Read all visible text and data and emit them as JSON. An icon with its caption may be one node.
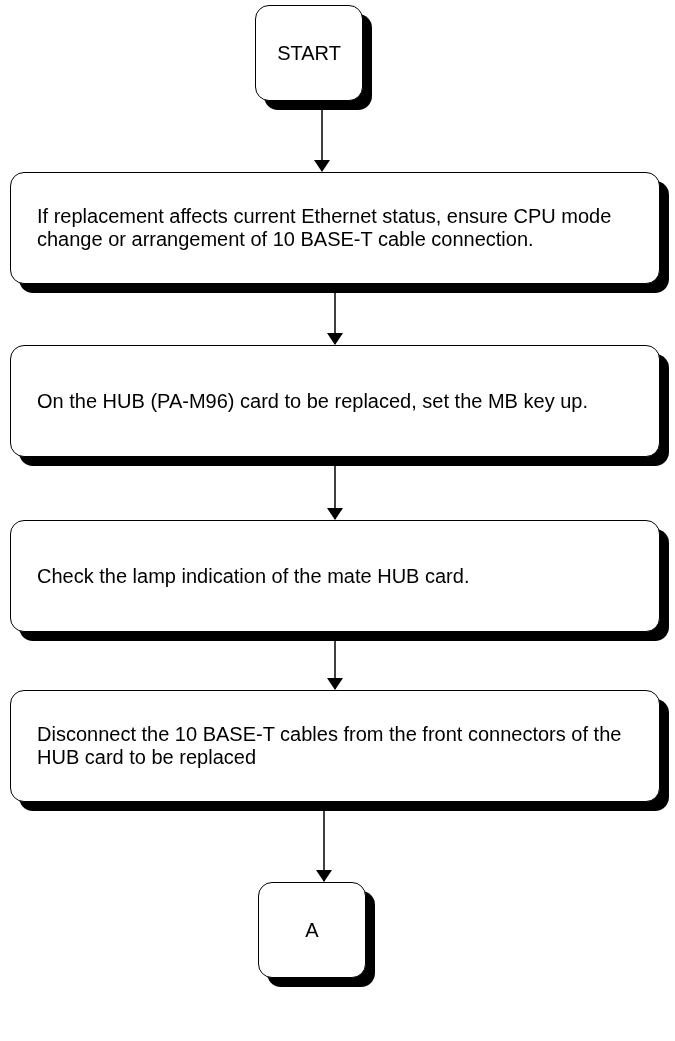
{
  "diagram": {
    "nodes": [
      {
        "text": [
          "START"
        ]
      },
      {
        "text": [
          "If replacement affects current Ethernet status, ensure CPU mode change or arrangement of 10 BASE-T cable connection."
        ]
      },
      {
        "text": [
          "On the HUB (PA-M96) card to be replaced, set the MB key up."
        ]
      },
      {
        "text": [
          "Check the lamp indication of the mate HUB card."
        ]
      },
      {
        "text": [
          "Disconnect the 10 BASE-T cables from the front connectors of the HUB card to be replaced"
        ]
      },
      {
        "text": [
          "A"
        ]
      }
    ],
    "edges": [
      {
        "from": 0,
        "to": 1,
        "arrow": "to"
      },
      {
        "from": 1,
        "to": 2,
        "arrow": "to"
      },
      {
        "from": 2,
        "to": 3,
        "arrow": "to"
      },
      {
        "from": 3,
        "to": 4,
        "arrow": "to"
      },
      {
        "from": 4,
        "to": 5,
        "arrow": "to"
      }
    ]
  }
}
